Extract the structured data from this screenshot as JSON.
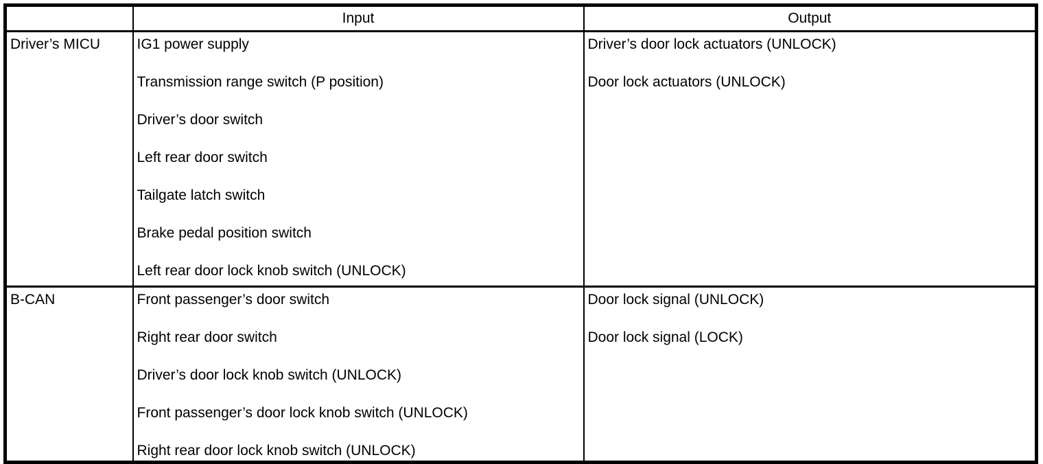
{
  "table": {
    "headers": [
      "",
      "Input",
      "Output"
    ],
    "rows": [
      {
        "source": "Driver’s MICU",
        "inputs": [
          "IG1 power supply",
          "Transmission range switch (P position)",
          "Driver’s door switch",
          "Left rear door switch",
          "Tailgate latch switch",
          "Brake pedal position switch",
          "Left rear door lock knob switch (UNLOCK)"
        ],
        "outputs": [
          "Driver’s door lock actuators (UNLOCK)",
          "Door lock actuators (UNLOCK)"
        ]
      },
      {
        "source": "B-CAN",
        "inputs": [
          "Front passenger’s door switch",
          "Right rear door switch",
          "Driver’s door lock knob switch (UNLOCK)",
          "Front passenger’s door lock knob switch (UNLOCK)",
          "Right rear door lock knob switch (UNLOCK)"
        ],
        "outputs": [
          "Door lock signal (UNLOCK)",
          "Door lock signal (LOCK)"
        ]
      }
    ],
    "colors": {
      "border": "#000000",
      "text": "#000000",
      "background": "#ffffff"
    }
  }
}
